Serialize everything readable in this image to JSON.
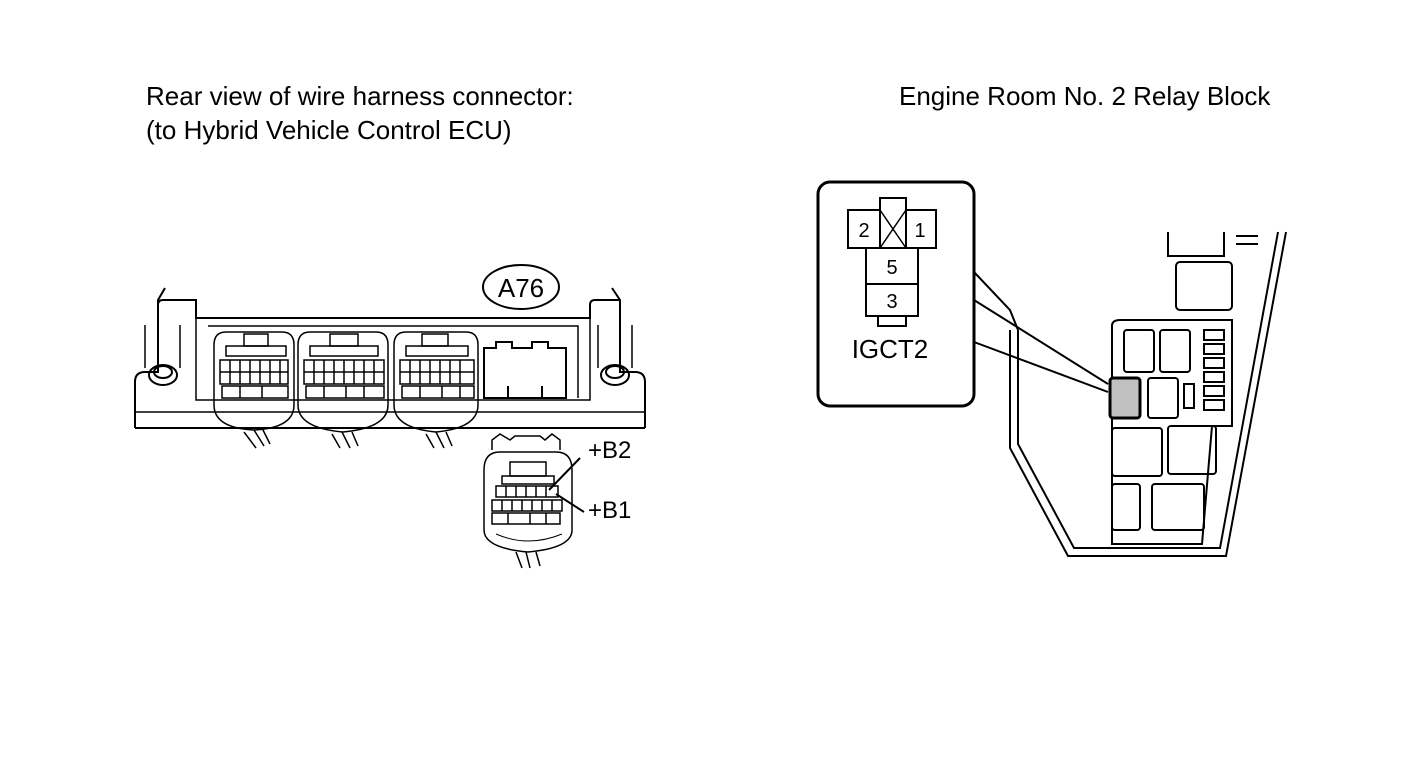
{
  "left_caption": {
    "line1": "Rear view of wire harness connector:",
    "line2": "(to Hybrid Vehicle Control ECU)"
  },
  "right_caption": "Engine Room No. 2 Relay Block",
  "connector_id": "A76",
  "pin_labels": {
    "b2": "+B2",
    "b1": "+B1"
  },
  "relay": {
    "name": "IGCT2",
    "terminals": [
      "2",
      "1",
      "5",
      "3"
    ]
  },
  "colors": {
    "line": "#000000",
    "highlight_relay": "#c0c0c0",
    "background": "#ffffff"
  }
}
